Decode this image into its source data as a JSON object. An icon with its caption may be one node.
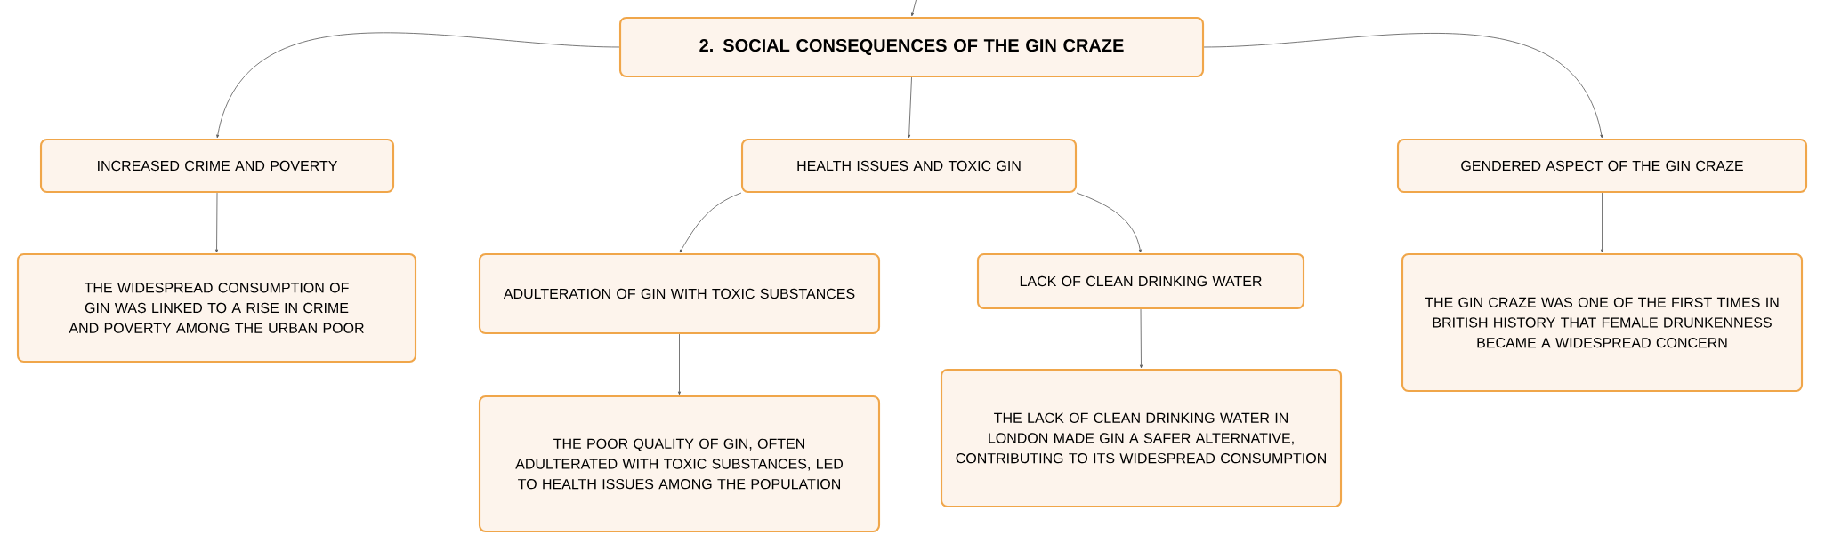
{
  "diagram": {
    "nodes": [
      {
        "text": [
          "2. SOCIAL CONSEQUENCES OF THE GIN CRAZE"
        ]
      },
      {
        "text": [
          "INCREASED CRIME AND POVERTY"
        ]
      },
      {
        "text": [
          "HEALTH ISSUES AND TOXIC GIN"
        ]
      },
      {
        "text": [
          "GENDERED ASPECT OF THE GIN CRAZE"
        ]
      },
      {
        "text": [
          "THE WIDESPREAD CONSUMPTION OF GIN WAS LINKED TO A RISE IN CRIME AND POVERTY AMONG THE URBAN POOR"
        ]
      },
      {
        "text": [
          "ADULTERATION OF GIN WITH TOXIC SUBSTANCES"
        ]
      },
      {
        "text": [
          "LACK OF CLEAN DRINKING WATER"
        ]
      },
      {
        "text": [
          "THE GIN CRAZE WAS ONE OF THE FIRST TIMES IN BRITISH HISTORY THAT FEMALE DRUNKENNESS BECAME A WIDESPREAD CONCERN"
        ]
      },
      {
        "text": [
          "THE POOR QUALITY OF GIN, OFTEN ADULTERATED WITH TOXIC SUBSTANCES, LED TO HEALTH ISSUES AMONG THE POPULATION"
        ]
      },
      {
        "text": [
          "THE LACK OF CLEAN DRINKING WATER IN LONDON MADE GIN A SAFER ALTERNATIVE, CONTRIBUTING TO ITS WIDESPREAD CONSUMPTION"
        ]
      }
    ],
    "edges": [
      {
        "from": null,
        "to": 0,
        "arrow": "to"
      },
      {
        "from": 0,
        "to": 1,
        "arrow": "to"
      },
      {
        "from": 0,
        "to": 2,
        "arrow": "to"
      },
      {
        "from": 0,
        "to": 3,
        "arrow": "to"
      },
      {
        "from": 1,
        "to": 4,
        "arrow": "to"
      },
      {
        "from": 2,
        "to": 5,
        "arrow": "to"
      },
      {
        "from": 2,
        "to": 6,
        "arrow": "to"
      },
      {
        "from": 3,
        "to": 7,
        "arrow": "to"
      },
      {
        "from": 5,
        "to": 8,
        "arrow": "to"
      },
      {
        "from": 6,
        "to": 9,
        "arrow": "to"
      }
    ]
  }
}
